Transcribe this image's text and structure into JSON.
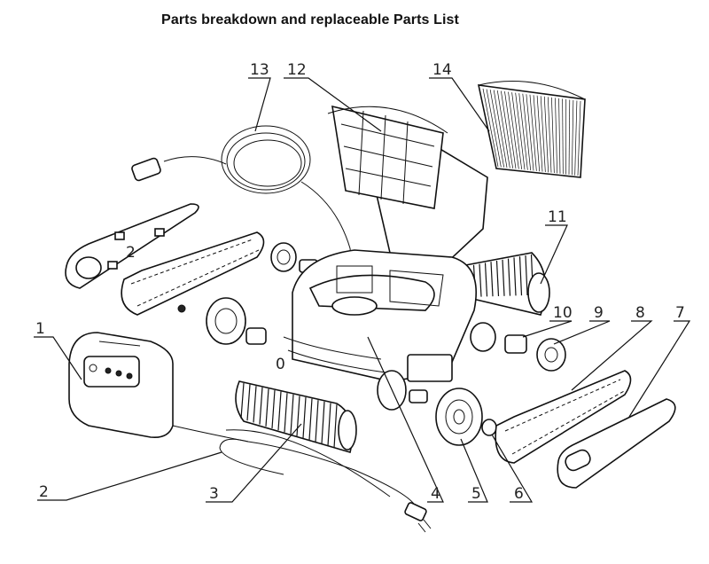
{
  "title": "Parts breakdown and replaceable Parts List",
  "callouts": [
    {
      "id": "1",
      "label": "1"
    },
    {
      "id": "2",
      "label": "2"
    },
    {
      "id": "3",
      "label": "3"
    },
    {
      "id": "4",
      "label": "4"
    },
    {
      "id": "5",
      "label": "5"
    },
    {
      "id": "6",
      "label": "6"
    },
    {
      "id": "7",
      "label": "7"
    },
    {
      "id": "8",
      "label": "8"
    },
    {
      "id": "9",
      "label": "9"
    },
    {
      "id": "10",
      "label": "10"
    },
    {
      "id": "11",
      "label": "11"
    },
    {
      "id": "12",
      "label": "12"
    },
    {
      "id": "13",
      "label": "13"
    },
    {
      "id": "14",
      "label": "14"
    }
  ],
  "part_marks": {
    "left_side_plate_mark": "2",
    "robot_body_mark": "0"
  }
}
